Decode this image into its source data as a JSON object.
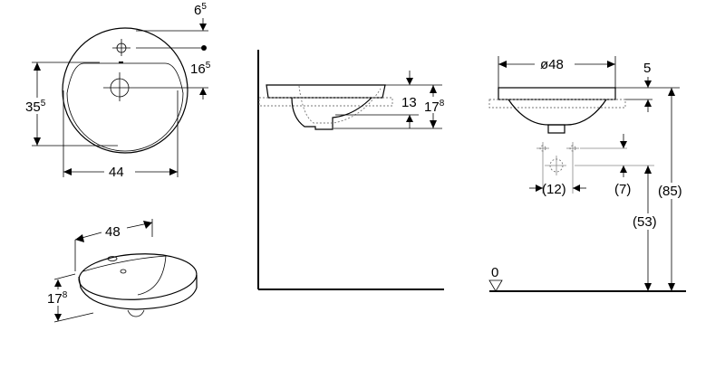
{
  "drawing": {
    "top_view": {
      "offset_top": {
        "main": "6",
        "sup": "5"
      },
      "drain_offset": {
        "main": "16",
        "sup": "5"
      },
      "depth": {
        "main": "35",
        "sup": "5"
      },
      "width": "44"
    },
    "iso_view": {
      "width": "48",
      "height": {
        "main": "17",
        "sup": "8"
      }
    },
    "side_view": {
      "bowl_depth": "13",
      "total_height": {
        "main": "17",
        "sup": "8"
      }
    },
    "front_view": {
      "diameter": "ø48",
      "rim_thickness": "5",
      "pipe_spacing": "(12)",
      "pipe_offset": "(7)",
      "drain_height": "(53)",
      "rim_height": "(85)",
      "floor_level": "0"
    }
  },
  "colors": {
    "line": "#000000",
    "hidden": "#777777",
    "background": "#ffffff"
  }
}
